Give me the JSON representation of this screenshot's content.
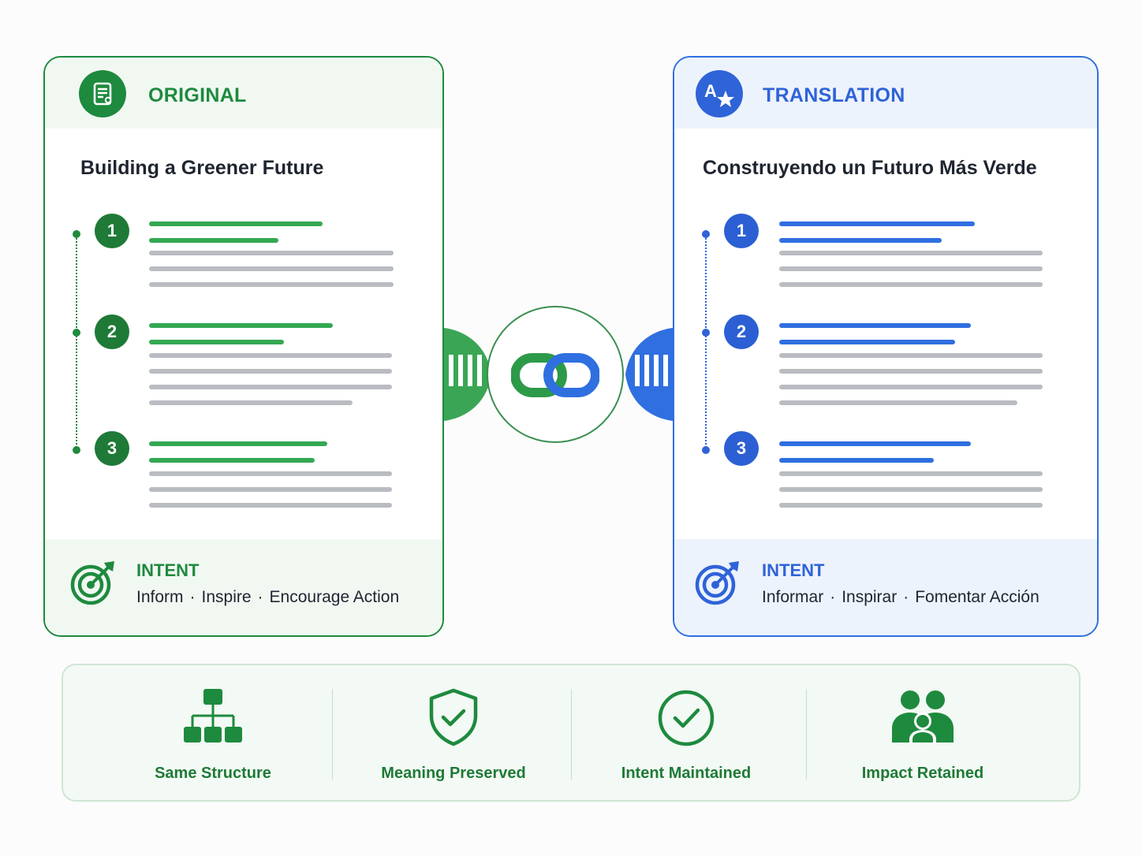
{
  "original": {
    "header": "ORIGINAL",
    "icon": "document-icon",
    "title": "Building a Greener Future",
    "sections": [
      "1",
      "2",
      "3"
    ],
    "intent_title": "INTENT",
    "intent_items": [
      "Inform",
      "Inspire",
      "Encourage Action"
    ],
    "accent": "#1e8a3e"
  },
  "translation": {
    "header": "TRANSLATION",
    "icon": "translate-icon",
    "title": "Construyendo un Futuro Más Verde",
    "sections": [
      "1",
      "2",
      "3"
    ],
    "intent_title": "INTENT",
    "intent_items": [
      "Informar",
      "Inspirar",
      "Fomentar Acción"
    ],
    "accent": "#2f63d8"
  },
  "connector": {
    "icon": "link-icon"
  },
  "summary": {
    "features": [
      {
        "label": "Same Structure",
        "icon": "hierarchy-icon"
      },
      {
        "label": "Meaning Preserved",
        "icon": "shield-check-icon"
      },
      {
        "label": "Intent Maintained",
        "icon": "check-circle-icon"
      },
      {
        "label": "Impact Retained",
        "icon": "people-icon"
      }
    ],
    "accent": "#1e7a36"
  }
}
